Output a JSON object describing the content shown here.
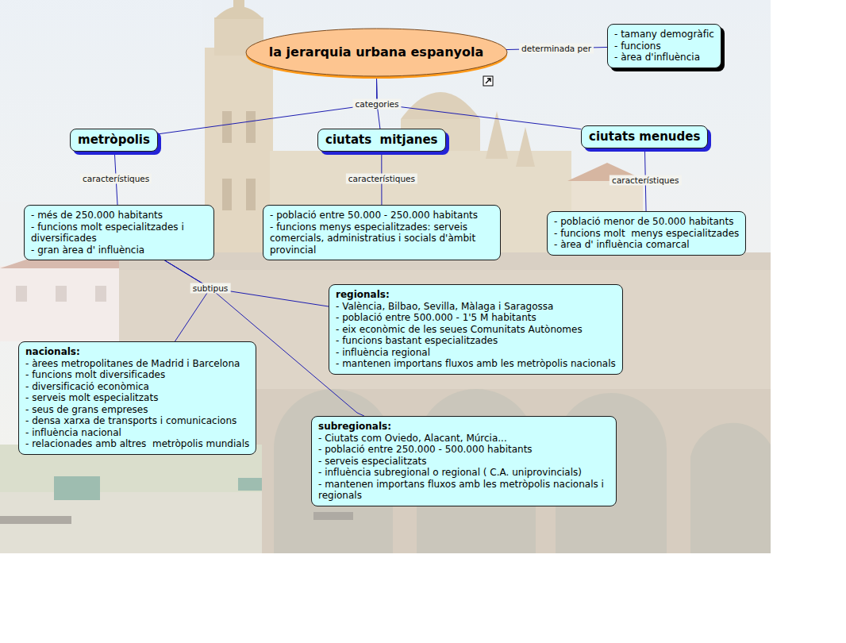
{
  "diagram": {
    "nodes": [
      {
        "text": [
          "la jerarquia urbana espanyola"
        ]
      },
      {
        "text": [
          "- tamany demogràfic",
          "- funcions",
          "- àrea d'influència"
        ]
      },
      {
        "text": [
          "metròpolis"
        ]
      },
      {
        "text": [
          "ciutats  mitjanes"
        ]
      },
      {
        "text": [
          "ciutats menudes"
        ]
      },
      {
        "text": [
          "- més de 250.000 habitants",
          "- funcions molt especialitzades i diversificades",
          "- gran àrea d' influència"
        ]
      },
      {
        "text": [
          "- població entre 50.000 - 250.000 habitants",
          "- funcions menys especialitzades: serveis comercials, administratius i socials d'àmbit provincial"
        ]
      },
      {
        "text": [
          "- població menor de 50.000 habitants",
          "- funcions molt  menys especialitzades",
          "- àrea d' influència comarcal"
        ]
      },
      {
        "text": [
          "regionals:",
          "- València, Bilbao, Sevilla, Màlaga i Saragossa",
          "- població entre 500.000 - 1'5 M habitants",
          "- eix econòmic de les seues Comunitats Autònomes",
          "- funcions bastant especialitzades",
          "- influència regional",
          "- mantenen importans fluxos amb les metròpolis nacionals"
        ]
      },
      {
        "text": [
          "nacionals:",
          "- àrees metropolitanes de Madrid i Barcelona",
          "- funcions molt diversificades",
          "- diversificació econòmica",
          "- serveis molt especialitzats",
          "- seus de grans empreses",
          "- densa xarxa de transports i comunicacions",
          "- influència nacional",
          "- relacionades amb altres  metròpolis mundials"
        ]
      },
      {
        "text": [
          "subregionals:",
          "- Ciutats com Oviedo, Alacant, Múrcia...",
          "- població entre 250.000 - 500.000 habitants",
          "- serveis especialitzats",
          "- influència subregional o regional ( C.A. uniprovincials)",
          "- mantenen importans fluxos amb les metròpolis nacionals i regionals"
        ]
      }
    ],
    "edges": [
      {
        "from": 0,
        "to": 1,
        "label": "determinada per",
        "arrow": "none"
      },
      {
        "from": 0,
        "to": 2,
        "arrow": "none"
      },
      {
        "from": 0,
        "to": 3,
        "label": "categories",
        "arrow": "none"
      },
      {
        "from": 0,
        "to": 4,
        "arrow": "none"
      },
      {
        "from": 2,
        "to": 5,
        "label": "característiques",
        "arrow": "none"
      },
      {
        "from": 3,
        "to": 6,
        "label": "característiques",
        "arrow": "none"
      },
      {
        "from": 4,
        "to": 7,
        "label": "característiques",
        "arrow": "none"
      },
      {
        "from": 5,
        "to": 8,
        "label": "subtipus",
        "arrow": "none"
      },
      {
        "from": 5,
        "to": 9,
        "arrow": "none"
      },
      {
        "from": 5,
        "to": 10,
        "arrow": "none"
      }
    ]
  }
}
